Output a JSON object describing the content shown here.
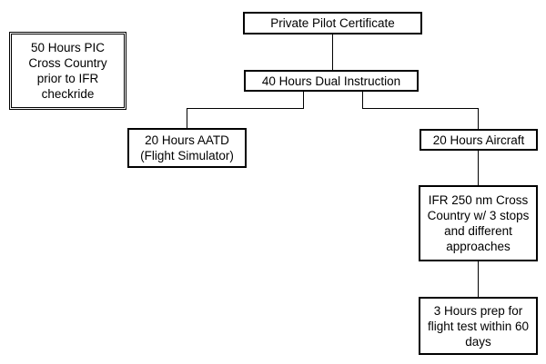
{
  "nodes": {
    "ppc": "Private Pilot Certificate",
    "dual": "40 Hours Dual Instruction",
    "aatd": [
      "20 Hours AATD",
      "(Flight Simulator)"
    ],
    "aircraft": "20 Hours Aircraft",
    "ifr_xc": [
      "IFR 250 nm Cross",
      "Country w/ 3 stops",
      "and different",
      "approaches"
    ],
    "prep": [
      "3 Hours prep for",
      "flight test within 60",
      "days"
    ],
    "pic": [
      "50 Hours PIC",
      "Cross Country",
      "prior to IFR",
      "checkride"
    ]
  },
  "connections": [
    [
      "Private Pilot Certificate",
      "40 Hours Dual Instruction"
    ],
    [
      "40 Hours Dual Instruction",
      "20 Hours AATD (Flight Simulator)"
    ],
    [
      "40 Hours Dual Instruction",
      "20 Hours Aircraft"
    ],
    [
      "20 Hours Aircraft",
      "IFR 250 nm Cross Country w/ 3 stops and different approaches"
    ],
    [
      "IFR 250 nm Cross Country w/ 3 stops and different approaches",
      "3 Hours prep for flight test within 60 days"
    ]
  ]
}
